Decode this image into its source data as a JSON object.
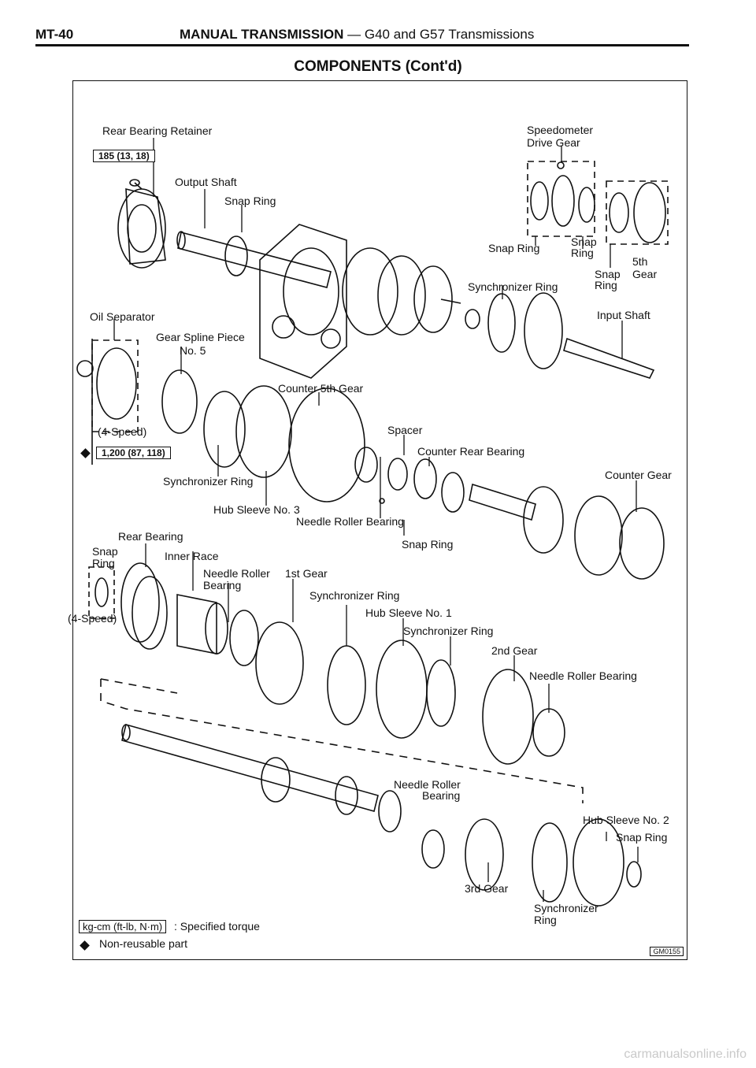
{
  "header": {
    "page_code": "MT-40",
    "section_title": "MANUAL TRANSMISSION",
    "section_subtitle": "— G40 and G57 Transmissions",
    "heading": "COMPONENTS (Cont'd)"
  },
  "labels": {
    "rear_bearing_retainer": "Rear Bearing Retainer",
    "torque_retainer": "185 (13, 18)",
    "output_shaft": "Output Shaft",
    "snap_ring_top": "Snap Ring",
    "speedometer": "Speedometer",
    "drive_gear": "Drive Gear",
    "snap_ring_sp": "Snap Ring",
    "snap_ring_sp2_a": "Snap",
    "snap_ring_sp2_b": "Ring",
    "fifth": "5th",
    "snap_ring_5_a": "Snap",
    "gear_5": "Gear",
    "snap_ring_5_b": "Ring",
    "synchronizer_ring_top": "Synchronizer Ring",
    "input_shaft": "Input Shaft",
    "oil_separator": "Oil Separator",
    "gear_spline_piece": "Gear Spline Piece",
    "no5": "No. 5",
    "four_speed_a": "(4-Speed)",
    "torque_counter": "1,200 (87, 118)",
    "counter_5th_gear": "Counter 5th Gear",
    "spacer": "Spacer",
    "counter_rear_bearing": "Counter Rear Bearing",
    "counter_gear": "Counter Gear",
    "synchronizer_ring_mid": "Synchronizer Ring",
    "hub_sleeve_no3": "Hub Sleeve No. 3",
    "needle_roller_bearing_mid": "Needle Roller Bearing",
    "rear_bearing": "Rear Bearing",
    "snap_ring_mid": "Snap Ring",
    "snap_ring_left_a": "Snap",
    "snap_ring_left_b": "Ring",
    "inner_race": "Inner Race",
    "needle_roller_a": "Needle Roller",
    "bearing_a": "Bearing",
    "first_gear": "1st Gear",
    "synchronizer_ring_low": "Synchronizer Ring",
    "four_speed_b": "(4-Speed)",
    "hub_sleeve_no1": "Hub Sleeve No. 1",
    "synchronizer_ring_low2": "Synchronizer Ring",
    "second_gear": "2nd Gear",
    "needle_roller_bearing_right": "Needle Roller Bearing",
    "needle_roller_b": "Needle Roller",
    "bearing_b": "Bearing",
    "hub_sleeve_no2": "Hub Sleeve No. 2",
    "snap_ring_bottom": "Snap Ring",
    "third_gear": "3rd Gear",
    "synchronizer_bottom_a": "Synchronizer",
    "synchronizer_bottom_b": "Ring"
  },
  "legend": {
    "torque_unit": "kg-cm (ft-lb, N·m)",
    "torque_desc": ": Specified torque",
    "nonreusable_desc": "Non-reusable part"
  },
  "figure_code": "GM0155",
  "watermark": "carmanualsonline.info"
}
